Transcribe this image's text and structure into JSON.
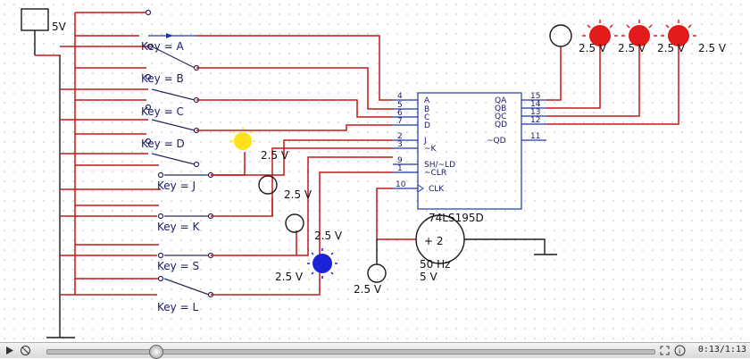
{
  "circuit": {
    "supply_label": "5V",
    "switches": [
      "Key = A",
      "Key = B",
      "Key = C",
      "Key = D",
      "Key = J",
      "Key = K",
      "Key = S",
      "Key = L"
    ],
    "chip": {
      "name": "74LS195D",
      "left_pins": [
        {
          "num": "4",
          "name": "A"
        },
        {
          "num": "5",
          "name": "B"
        },
        {
          "num": "6",
          "name": "C"
        },
        {
          "num": "7",
          "name": "D"
        },
        {
          "num": "2",
          "name": "J"
        },
        {
          "num": "3",
          "name": "~K"
        },
        {
          "num": "9",
          "name": "SH/~LD"
        },
        {
          "num": "1",
          "name": "~CLR"
        },
        {
          "num": "10",
          "name": "CLK"
        }
      ],
      "right_pins": [
        {
          "num": "15",
          "name": "QA"
        },
        {
          "num": "14",
          "name": "QB"
        },
        {
          "num": "13",
          "name": "QC"
        },
        {
          "num": "12",
          "name": "QD"
        },
        {
          "num": "11",
          "name": "~QD"
        }
      ]
    },
    "probe_labels": [
      "2.5 V",
      "2.5 V",
      "2.5 V",
      "2.5 V",
      "2.5 V",
      "2.5 V",
      "2.5 V",
      "2.5 V",
      "2.5 V"
    ],
    "clock": {
      "frequency": "50 Hz",
      "amplitude": "5 V",
      "symbol": "+ 2"
    },
    "colors": {
      "wire": "#c41818",
      "lamp_on": "#e21a1a",
      "lamp_yellow": "#ffe21a",
      "lamp_blue": "#1c22d8",
      "grid_dot": "#b8b8b8"
    }
  },
  "player": {
    "time": "0:13/1:13",
    "progress": 0.178
  }
}
